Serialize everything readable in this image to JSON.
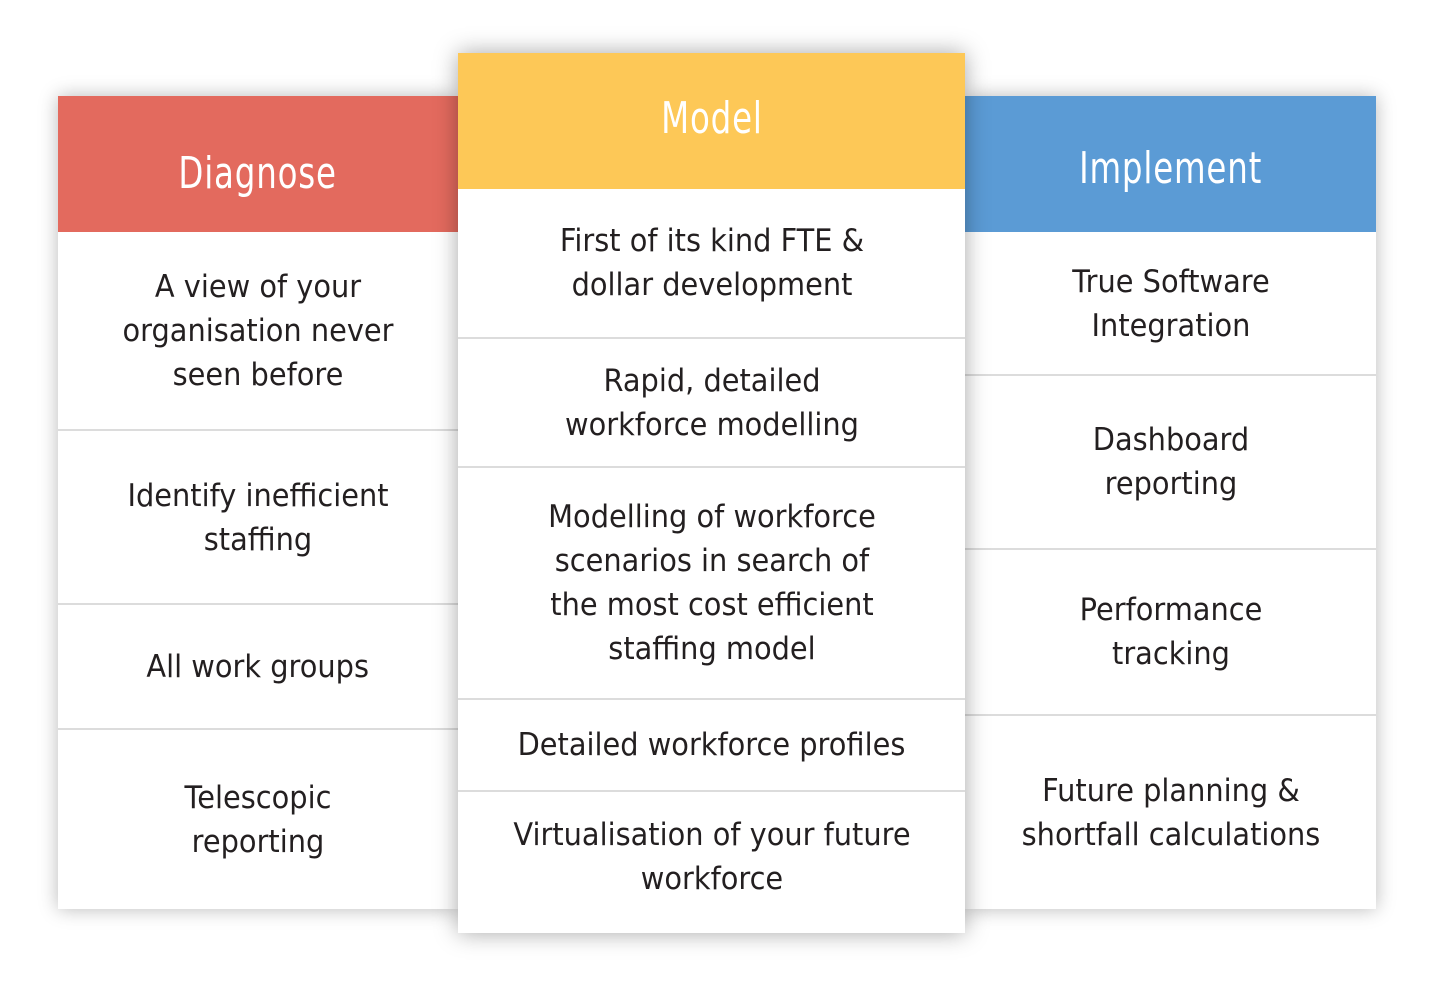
{
  "columns": [
    {
      "title": "Diagnose",
      "header_color": "#e36a5e",
      "items": [
        "A view of your organisation never seen before",
        "Identify inefficient staffing",
        "All work groups",
        "Telescopic reporting"
      ]
    },
    {
      "title": "Model",
      "header_color": "#fdc857",
      "items": [
        "First of its kind FTE & dollar development",
        "Rapid, detailed workforce modelling",
        "Modelling of workforce scenarios in search of the most cost efficient staffing model",
        "Detailed workforce profiles",
        "Virtualisation of your future workforce"
      ]
    },
    {
      "title": "Implement",
      "header_color": "#5b9bd5",
      "items": [
        "True Software Integration",
        "Dashboard reporting",
        "Performance tracking",
        "Future planning & shortfall calculations"
      ]
    }
  ]
}
